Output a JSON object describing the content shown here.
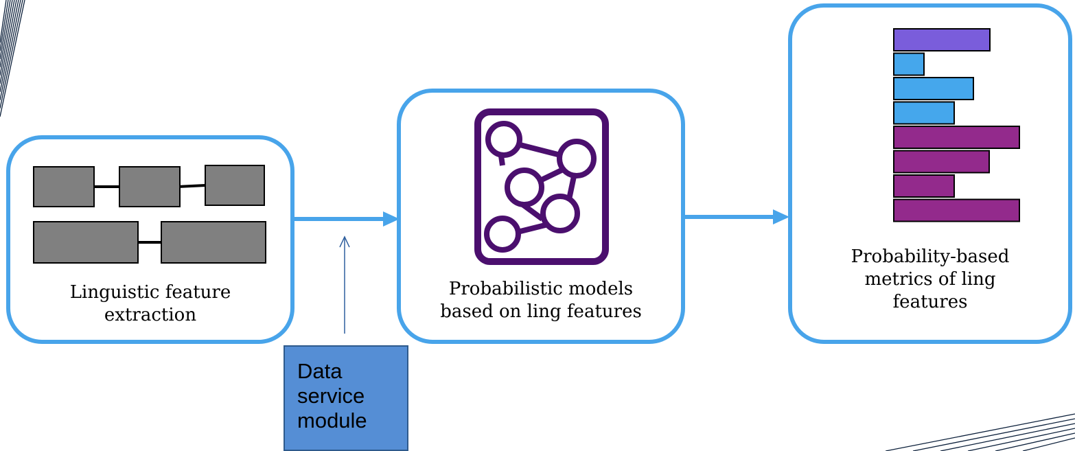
{
  "steps": [
    {
      "id": "extraction",
      "label_lines": [
        "Linguistic feature",
        "extraction"
      ]
    },
    {
      "id": "models",
      "label_lines": [
        "Probabilistic models",
        "based on ling features"
      ]
    },
    {
      "id": "metrics",
      "label_lines": [
        "Probability-based",
        "metrics of ling",
        "features"
      ]
    }
  ],
  "data_service": {
    "label_lines": [
      "Data",
      "service",
      "module"
    ]
  },
  "colors": {
    "box_border": "#48a4ea",
    "arrow": "#48a4ea",
    "feature_block": "#808080",
    "network": "#4b0f6e",
    "bar_violet": "#7a5ddb",
    "bar_blue": "#45a7ec",
    "bar_purple": "#932a8c",
    "data_box": "#558ed5"
  },
  "bars": [
    {
      "value": 140,
      "color": "#7a5ddb"
    },
    {
      "value": 44,
      "color": "#45a7ec"
    },
    {
      "value": 116,
      "color": "#45a7ec"
    },
    {
      "value": 88,
      "color": "#45a7ec"
    },
    {
      "value": 183,
      "color": "#932a8c"
    },
    {
      "value": 139,
      "color": "#932a8c"
    },
    {
      "value": 88,
      "color": "#932a8c"
    },
    {
      "value": 183,
      "color": "#932a8c"
    }
  ]
}
